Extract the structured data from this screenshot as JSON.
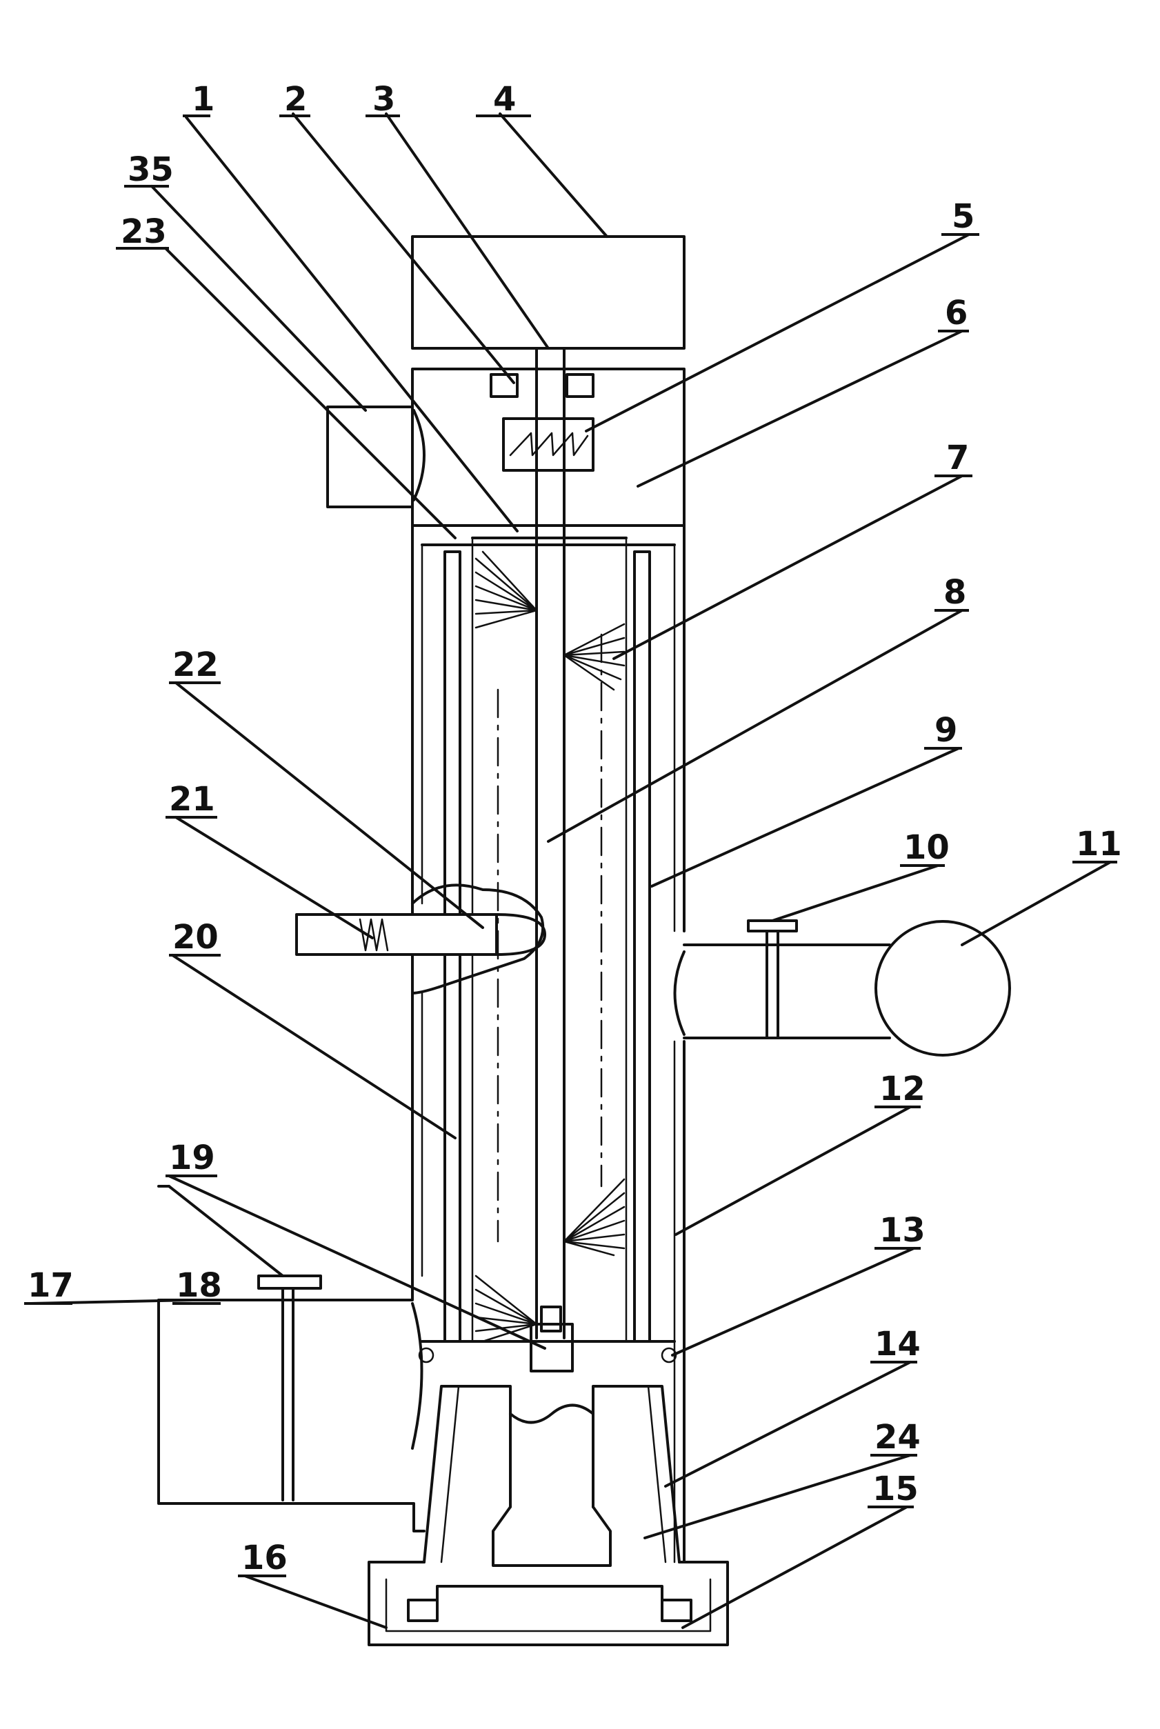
{
  "labels": {
    "l1": "1",
    "l2": "2",
    "l3": "3",
    "l4": "4",
    "l5": "5",
    "l6": "6",
    "l7": "7",
    "l8": "8",
    "l9": "9",
    "l10": "10",
    "l11": "11",
    "l12": "12",
    "l13": "13",
    "l14": "14",
    "l15": "15",
    "l16": "16",
    "l17": "17",
    "l18": "18",
    "l19": "19",
    "l20": "20",
    "l21": "21",
    "l22": "22",
    "l23": "23",
    "l24": "24",
    "l35": "35"
  }
}
